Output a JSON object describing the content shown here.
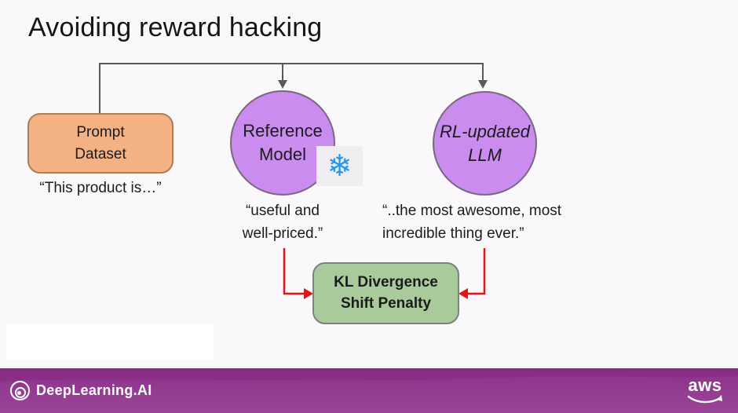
{
  "title": "Avoiding reward hacking",
  "tree": {
    "prompt_dataset": {
      "label": "Prompt\nDataset",
      "quote": "“This product is…”"
    },
    "reference_model": {
      "label": "Reference\nModel",
      "quote": "“useful and\nwell-priced.”",
      "frozen_icon_glyph": "❄"
    },
    "rl_updated_llm": {
      "label": "RL-updated\nLLM",
      "quote": "“..the most awesome, most\nincredible thing ever.”"
    },
    "kl_penalty": {
      "label": "KL Divergence\nShift Penalty"
    }
  },
  "colors": {
    "node_purple": "#CB8CF0",
    "node_orange": "#F4B183",
    "node_green": "#A9CB9C",
    "connector_gray": "#595959",
    "arrow_red": "#E21414",
    "snowflake_blue": "#2196F3",
    "footer_purple": "#943D92"
  },
  "footer": {
    "brand": "DeepLearning.AI",
    "partner_logo": "aws"
  }
}
